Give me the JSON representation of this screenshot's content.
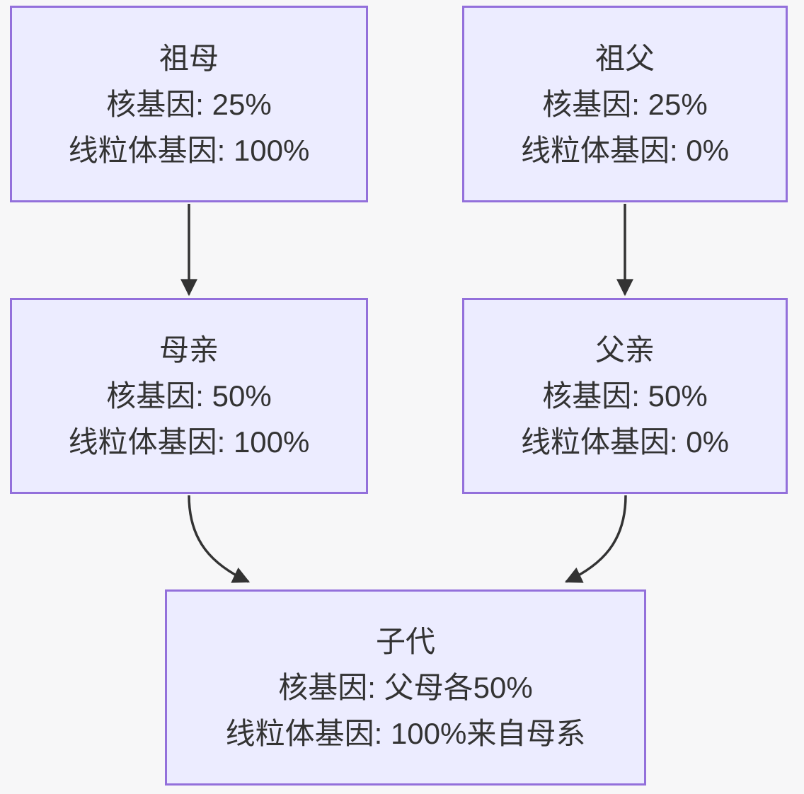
{
  "colors": {
    "background": "#f7f7f8",
    "node_fill": "#ececff",
    "node_border": "#9370db",
    "arrow": "#333333",
    "text": "#333333"
  },
  "diagram": {
    "type": "flowchart",
    "direction": "top-down",
    "nodes": [
      {
        "id": "grandmother",
        "title": "祖母",
        "lines": [
          "核基因: 25%",
          "线粒体基因: 100%"
        ]
      },
      {
        "id": "grandfather",
        "title": "祖父",
        "lines": [
          "核基因: 25%",
          "线粒体基因: 0%"
        ]
      },
      {
        "id": "mother",
        "title": "母亲",
        "lines": [
          "核基因: 50%",
          "线粒体基因: 100%"
        ]
      },
      {
        "id": "father",
        "title": "父亲",
        "lines": [
          "核基因: 50%",
          "线粒体基因: 0%"
        ]
      },
      {
        "id": "child",
        "title": "子代",
        "lines": [
          "核基因: 父母各50%",
          "线粒体基因: 100%来自母系"
        ]
      }
    ],
    "edges": [
      {
        "from": "grandmother",
        "to": "mother",
        "style": "straight-arrow"
      },
      {
        "from": "grandfather",
        "to": "father",
        "style": "straight-arrow"
      },
      {
        "from": "mother",
        "to": "child",
        "style": "curved-arrow"
      },
      {
        "from": "father",
        "to": "child",
        "style": "curved-arrow"
      }
    ]
  }
}
